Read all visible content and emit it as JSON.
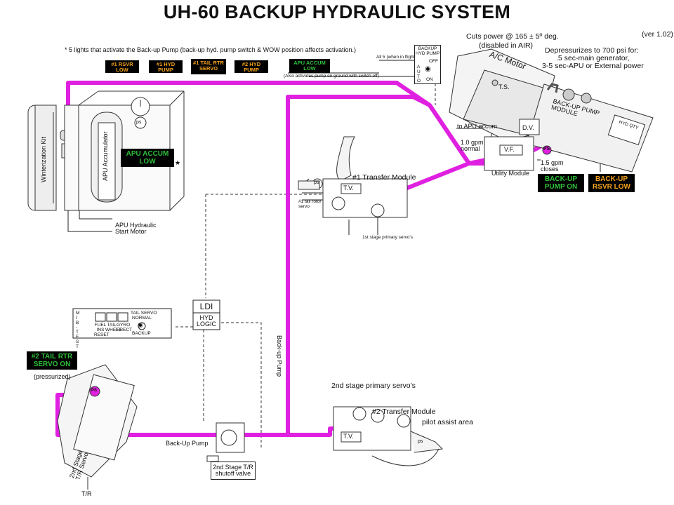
{
  "title": "UH-60 BACKUP HYDRAULIC SYSTEM",
  "version": "(ver 1.02)",
  "activation_note": "* 5 lights that activate the Back-up Pump (back-up hyd. pump switch & WOW position affects activation.)",
  "warning_lights": [
    "#1 RSVR LOW",
    "#1 HYD PUMP",
    "#1 TAIL RTR SERVO",
    "#2 HYD PUMP",
    "APU ACCUM LOW"
  ],
  "all5_note": "All 5 (when in flight)",
  "ground_note": "(Also activates pump on ground with switch off)",
  "switch_panel": {
    "title": "BACKUP HYD PUMP",
    "off": "OFF",
    "auto": "AUTO",
    "on": "ON"
  },
  "cuts_power": "Cuts power @ 165 ± 5º deg.",
  "disabled_air": "(disabled in AIR)",
  "ac_motor": "A/C Motor",
  "depressurize": "Depressurizes to 700 psi for:",
  "depressurize_1": ".5 sec-main generator,",
  "depressurize_2": "3-5 sec-APU or External power",
  "ts": "T.S.",
  "dv": "D.V.",
  "backup_module": "BACK-UP PUMP MODULE",
  "hyd_qty": "HYD QTY",
  "to_apu": "to APU accum.",
  "gpm_normal": "1.0 gpm normal",
  "gpm_closes": "1.5 gpm closes",
  "vf": "V.F.",
  "ps": "ps",
  "ps_pink": "PS",
  "utility_module": "Utility Module",
  "backup_pump_on": "BACK-UP PUMP ON",
  "backup_rsvr_low": "BACK-UP RSVR LOW",
  "winterization": "Winterization Kit",
  "apu_accumulator": "APU Accumulator",
  "apu_accum_low": "APU ACCUM LOW",
  "star": "★",
  "apu_start_motor": "APU Hydraulic Start Motor",
  "transfer1": "#1 Transfer Module",
  "tv": "T.V.",
  "tail_rotor_servo": "#1 tail rotor servo",
  "first_stage": "1st stage primary servo's",
  "ldi": "LDI",
  "hyd_logic": "HYD LOGIC",
  "backup_pump_vertical": "Back-up Pump",
  "tail_panel": {
    "tail_servo": "TAIL SERVO",
    "normal": "NORMAL",
    "backup": "BACKUP",
    "fuel": "FUEL INS RESET",
    "tail_wheel": "TAIL WHEEL",
    "gyro": "GYRO ERECT",
    "side": "MIB-TEST"
  },
  "tail_rtr_servo_on": "#2 TAIL RTR SERVO ON",
  "pressurized": "(pressurized)",
  "second_stage_tr": "2nd Stage T/R Servo",
  "tr": "T/R",
  "backup_pump_horizontal": "Back-Up Pump",
  "shutoff_valve": "2nd Stage T/R shutoff valve",
  "second_stage_primary": "2nd stage primary servo's",
  "transfer2": "#2 Transfer Module",
  "pilot_assist": "pilot assist area"
}
